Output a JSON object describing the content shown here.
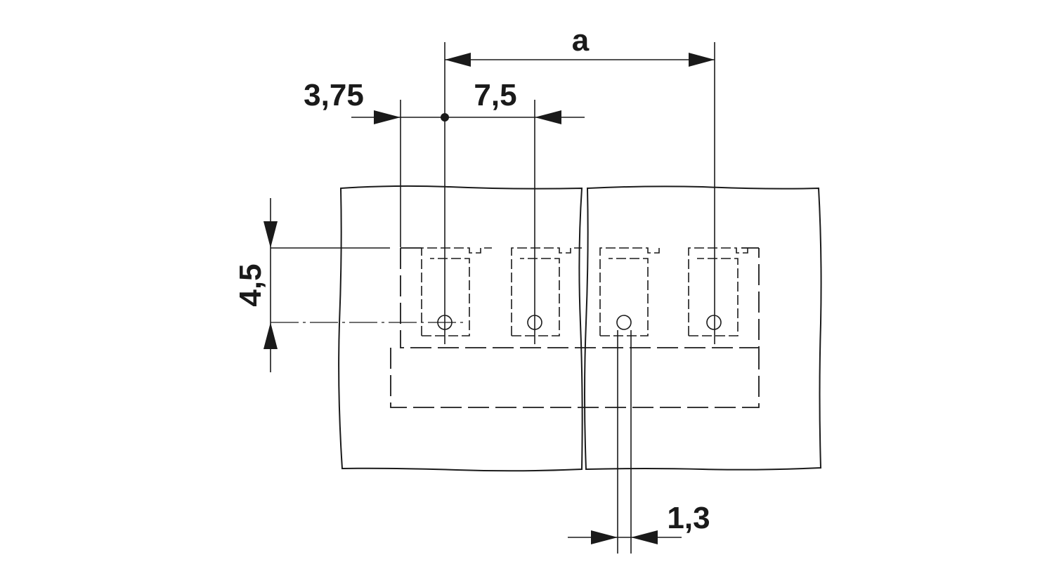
{
  "dimensions": {
    "a": "a",
    "offset": "3,75",
    "pitch": "7,5",
    "height": "4,5",
    "hole_diameter": "1,3"
  }
}
